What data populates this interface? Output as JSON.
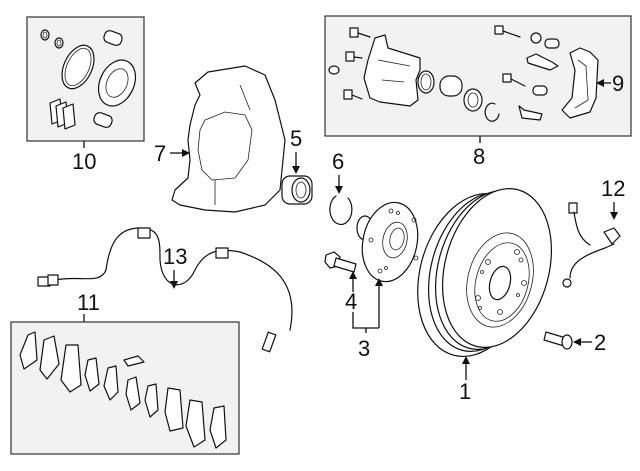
{
  "diagram": {
    "title": "Front brake assembly exploded parts diagram",
    "callouts": [
      {
        "id": "1",
        "label": "1",
        "part": "brake-rotor"
      },
      {
        "id": "2",
        "label": "2",
        "part": "rotor-screw"
      },
      {
        "id": "3",
        "label": "3",
        "part": "hub-assembly"
      },
      {
        "id": "4",
        "label": "4",
        "part": "hub-bolt"
      },
      {
        "id": "5",
        "label": "5",
        "part": "wheel-bearing"
      },
      {
        "id": "6",
        "label": "6",
        "part": "snap-ring"
      },
      {
        "id": "7",
        "label": "7",
        "part": "splash-shield"
      },
      {
        "id": "8",
        "label": "8",
        "part": "caliper-assembly-kit"
      },
      {
        "id": "9",
        "label": "9",
        "part": "caliper-bracket"
      },
      {
        "id": "10",
        "label": "10",
        "part": "caliper-seal-kit"
      },
      {
        "id": "11",
        "label": "11",
        "part": "brake-pad-set"
      },
      {
        "id": "12",
        "label": "12",
        "part": "brake-hose"
      },
      {
        "id": "13",
        "label": "13",
        "part": "abs-wheel-speed-sensor"
      }
    ]
  }
}
